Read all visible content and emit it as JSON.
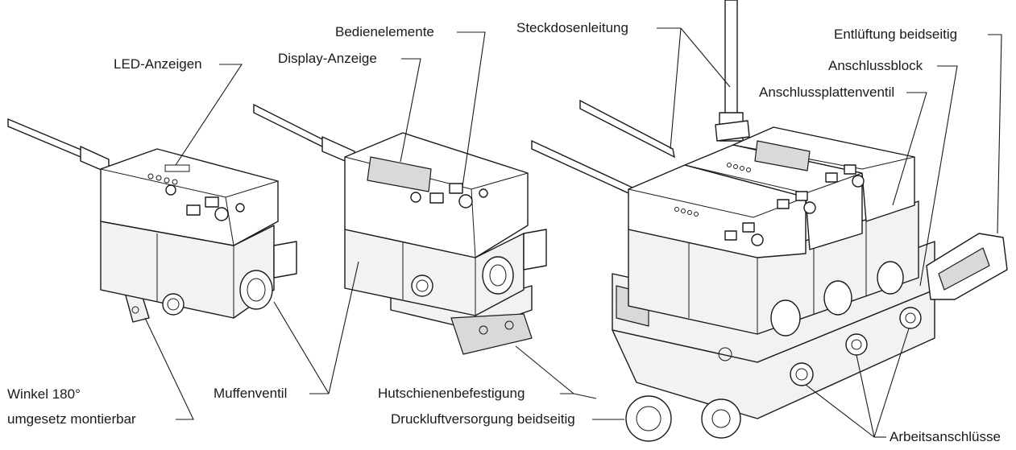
{
  "labels": {
    "led_anzeigen": "LED-Anzeigen",
    "bedienelemente": "Bedienelemente",
    "display_anzeige": "Display-Anzeige",
    "steckdosenleitung": "Steckdosenleitung",
    "entlueftung": "Entlüftung beidseitig",
    "anschlussblock": "Anschlussblock",
    "anschlussplattenventil": "Anschlussplattenventil",
    "winkel_line1": "Winkel 180°",
    "winkel_line2": "umgesetz montierbar",
    "muffenventil": "Muffenventil",
    "hutschienen": "Hutschienenbefestigung",
    "druckluft": "Druckluftversorgung beidseitig",
    "arbeitsanschluesse": "Arbeitsanschlüsse"
  }
}
